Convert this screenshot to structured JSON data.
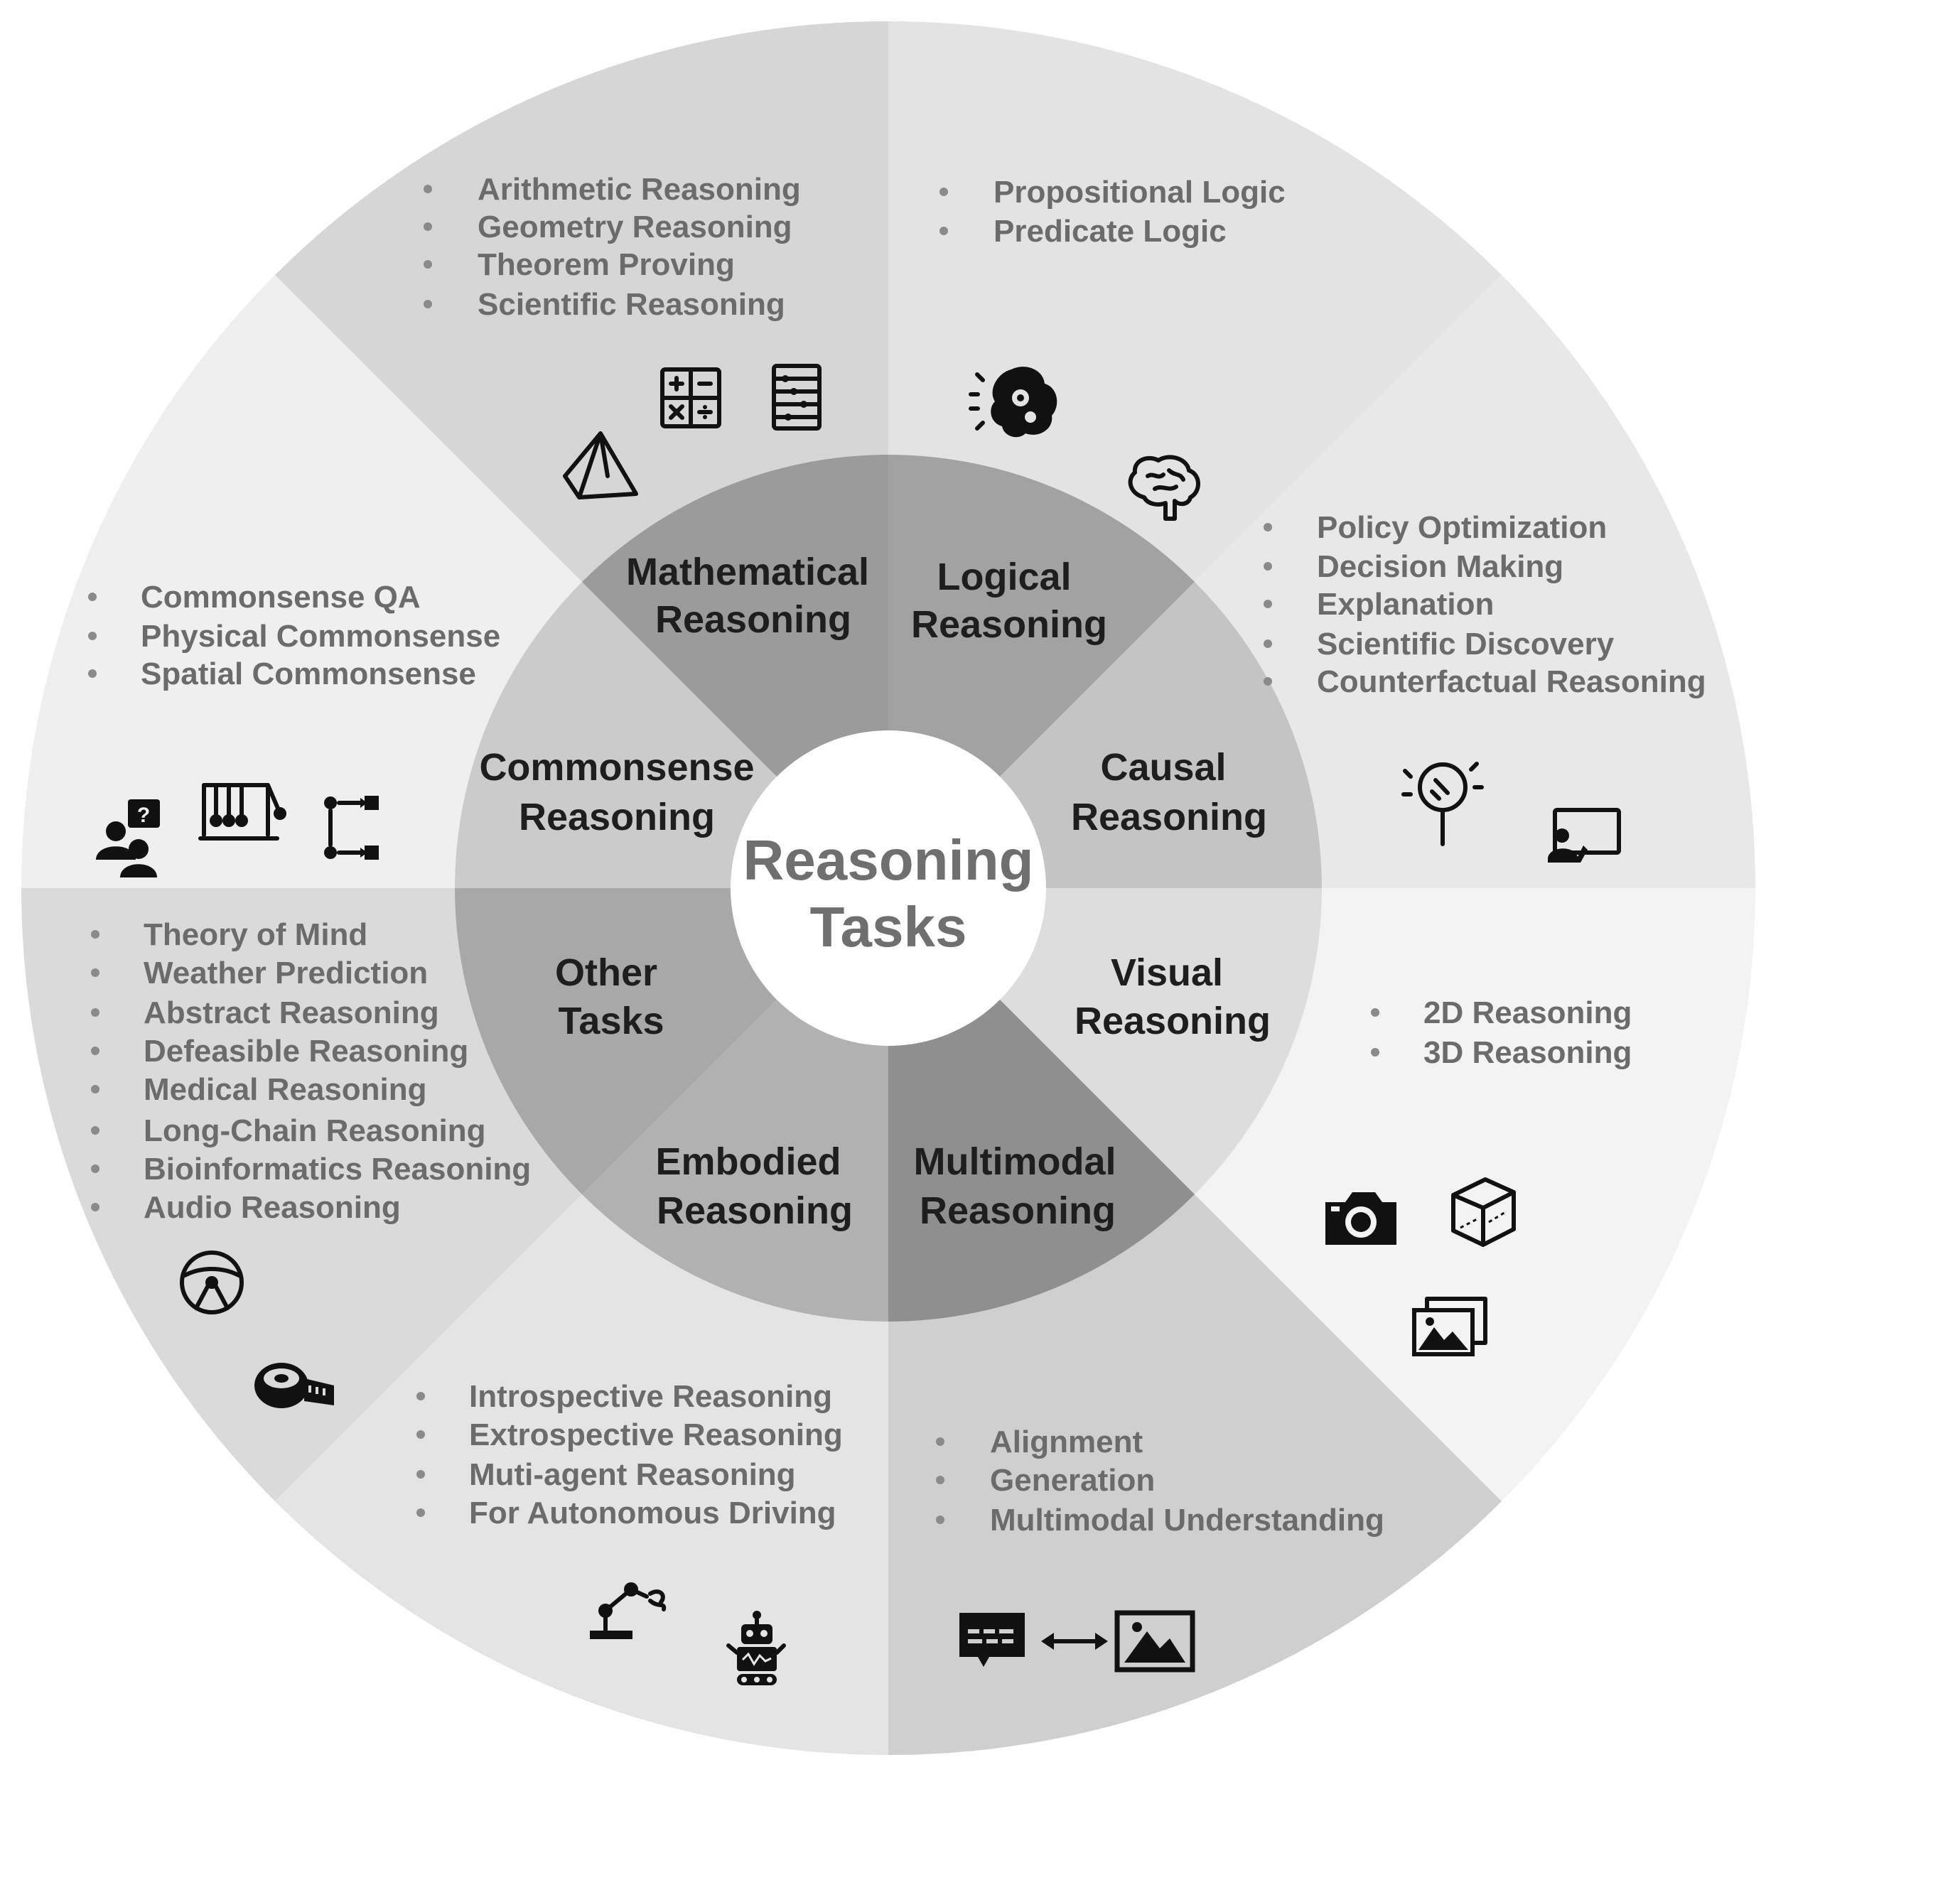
{
  "center": {
    "line1": "Reasoning",
    "line2": "Tasks"
  },
  "categories": [
    {
      "line1": "Mathematical",
      "line2": "Reasoning"
    },
    {
      "line1": "Logical",
      "line2": "Reasoning"
    },
    {
      "line1": "Causal",
      "line2": "Reasoning"
    },
    {
      "line1": "Visual",
      "line2": "Reasoning"
    },
    {
      "line1": "Multimodal",
      "line2": "Reasoning"
    },
    {
      "line1": "Embodied",
      "line2": "Reasoning"
    },
    {
      "line1": "Other",
      "line2": "Tasks"
    },
    {
      "line1": "Commonsense",
      "line2": "Reasoning"
    }
  ],
  "lists": {
    "math": [
      "Arithmetic Reasoning",
      "Geometry Reasoning",
      "Theorem Proving",
      "Scientific Reasoning"
    ],
    "logic": [
      "Propositional Logic",
      "Predicate Logic"
    ],
    "causal": [
      "Policy Optimization",
      "Decision Making",
      "Explanation",
      "Scientific Discovery",
      "Counterfactual Reasoning"
    ],
    "commonsense": [
      "Commonsense QA",
      "Physical Commonsense",
      "Spatial Commonsense"
    ],
    "other": [
      "Theory of Mind",
      "Weather Prediction",
      "Abstract Reasoning",
      "Defeasible Reasoning",
      "Medical Reasoning",
      "Long-Chain Reasoning",
      "Bioinformatics Reasoning",
      "Audio Reasoning"
    ],
    "visual": [
      "2D Reasoning",
      "3D Reasoning"
    ],
    "embodied": [
      "Introspective Reasoning",
      "Extrospective Reasoning",
      "Muti-agent Reasoning",
      "For Autonomous Driving"
    ],
    "multimodal": [
      "Alignment",
      "Generation",
      "Multimodal Understanding"
    ]
  },
  "icons": [
    "pyramid-icon",
    "calculator-icon",
    "abacus-icon",
    "brain-gears-icon",
    "brain-icon",
    "magnifier-bulb-icon",
    "presentation-icon",
    "question-people-icon",
    "newtons-cradle-icon",
    "flowchart-icon",
    "steering-wheel-icon",
    "tape-measure-icon",
    "camera-icon",
    "cube-icon",
    "image-stack-icon",
    "robot-arm-icon",
    "robot-icon",
    "text-message-icon",
    "double-arrow-icon",
    "image-icon"
  ]
}
